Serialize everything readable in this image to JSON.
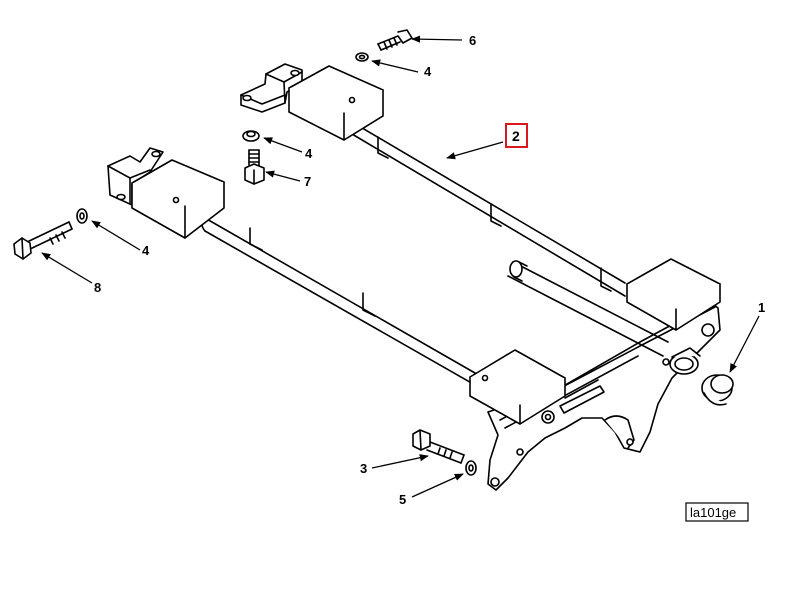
{
  "diagram": {
    "figure_id": "la101ge",
    "highlight_color": "#d9191c",
    "callouts": [
      {
        "id": "c6a",
        "label": "6"
      },
      {
        "id": "c4a",
        "label": "4"
      },
      {
        "id": "c2",
        "label": "2",
        "highlighted": true
      },
      {
        "id": "c4b",
        "label": "4"
      },
      {
        "id": "c7",
        "label": "7"
      },
      {
        "id": "c4c",
        "label": "4"
      },
      {
        "id": "c8",
        "label": "8"
      },
      {
        "id": "c1",
        "label": "1"
      },
      {
        "id": "c3",
        "label": "3"
      },
      {
        "id": "c5",
        "label": "5"
      }
    ]
  }
}
